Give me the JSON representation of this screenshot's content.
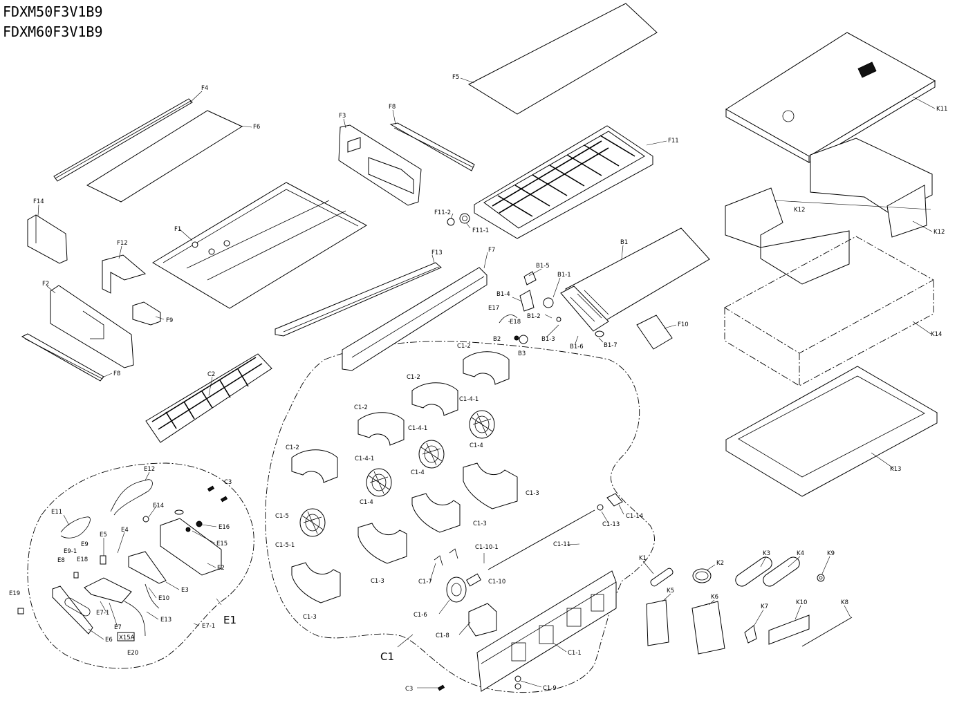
{
  "models": [
    "FDXM50F3V1B9",
    "FDXM60F3V1B9"
  ],
  "groups": {
    "c1": "C1",
    "e1": "E1"
  },
  "labels": {
    "F4": "F4",
    "F6": "F6",
    "F3": "F3",
    "F8a": "F8",
    "F5": "F5",
    "F11": "F11",
    "F11_2": "F11-2",
    "F11_1": "F11-1",
    "F14": "F14",
    "F12": "F12",
    "F1": "F1",
    "F13": "F13",
    "F7": "F7",
    "F2": "F2",
    "F9": "F9",
    "F8b": "F8",
    "C2": "C2",
    "B1": "B1",
    "B1_5": "B1-5",
    "B1_1": "B1-1",
    "B1_4": "B1-4",
    "E17": "E17",
    "E18a": "E18",
    "B1_2": "B1-2",
    "B2": "B2",
    "B1_3": "B1-3",
    "B3": "B3",
    "B1_6": "B1-6",
    "B1_7": "B1-7",
    "F10": "F10",
    "K11": "K11",
    "K12a": "K12",
    "K12b": "K12",
    "K14": "K14",
    "K13": "K13",
    "C1_2a": "C1-2",
    "C1_2b": "C1-2",
    "C1_4_1a": "C1-4-1",
    "C1_2c": "C1-2",
    "C1_4_1b": "C1-4-1",
    "C1_4a": "C1-4",
    "C1_2d": "C1-2",
    "C1_4_1c": "C1-4-1",
    "C1_4b": "C1-4",
    "C1_4c": "C1-4",
    "C1_3a": "C1-3",
    "C1_5": "C1-5",
    "C1_3b": "C1-3",
    "C1_5_1": "C1-5-1",
    "C1_14": "C1-14",
    "C1_13": "C1-13",
    "C1_11": "C1-11",
    "C1_10_1": "C1-10-1",
    "C1_7": "C1-7",
    "C1_3c": "C1-3",
    "C1_10": "C1-10",
    "C1_3d": "C1-3",
    "C1_6": "C1-6",
    "C1_8": "C1-8",
    "C1_1": "C1-1",
    "C1_9": "C1-9",
    "C3a": "C3",
    "C3b": "C3",
    "E12": "E12",
    "E11": "E11",
    "E14": "E14",
    "E16": "E16",
    "E15": "E15",
    "E5": "E5",
    "E4": "E4",
    "E9": "E9",
    "E9_1": "E9-1",
    "E8": "E8",
    "E18b": "E18",
    "E2": "E2",
    "E3": "E3",
    "E10": "E10",
    "E7_1a": "E7-1",
    "E13": "E13",
    "E7": "E7",
    "E6": "E6",
    "E7_1b": "E7-1",
    "E19": "E19",
    "X15A": "X15A",
    "E20": "E20",
    "K1": "K1",
    "K2": "K2",
    "K3": "K3",
    "K4": "K4",
    "K9": "K9",
    "K5": "K5",
    "K6": "K6",
    "K7": "K7",
    "K10": "K10",
    "K8": "K8"
  }
}
